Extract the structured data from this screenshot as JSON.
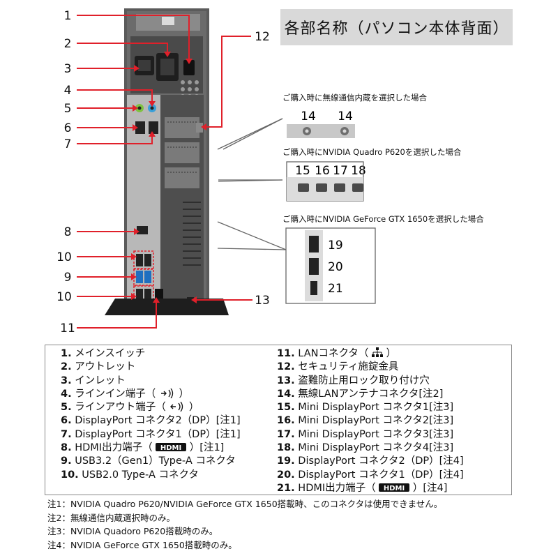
{
  "title": "各部名称（パソコン本体背面）",
  "callout_numbers": [
    "1",
    "2",
    "3",
    "4",
    "5",
    "6",
    "7",
    "8",
    "9",
    "10",
    "10",
    "11",
    "12",
    "13"
  ],
  "options": [
    {
      "caption": "ご購入時に無線通信内蔵を選択した場合",
      "labels": [
        "14",
        "14"
      ]
    },
    {
      "caption": "ご購入時にNVIDIA Quadro P620を選択した場合",
      "labels": [
        "15",
        "16",
        "17",
        "18"
      ]
    },
    {
      "caption": "ご購入時にNVIDIA GeForce GTX 1650を選択した場合",
      "labels": [
        "19",
        "20",
        "21"
      ]
    }
  ],
  "legend_left": [
    {
      "num": "1.",
      "text": "メインスイッチ"
    },
    {
      "num": "2.",
      "text": "アウトレット"
    },
    {
      "num": "3.",
      "text": "インレット"
    },
    {
      "num": "4.",
      "text": "ラインイン端子（",
      "icon": "line-in-icon",
      "after": "）"
    },
    {
      "num": "5.",
      "text": "ラインアウト端子（",
      "icon": "line-out-icon",
      "after": "）"
    },
    {
      "num": "6.",
      "text": "DisplayPort コネクタ2（DP）[注1]"
    },
    {
      "num": "7.",
      "text": "DisplayPort コネクタ1（DP）[注1]"
    },
    {
      "num": "8.",
      "text": "HDMI出力端子（",
      "icon": "hdmi-logo",
      "after": "）[注1]"
    },
    {
      "num": "9.",
      "text": "USB3.2（Gen1）Type-A コネクタ"
    },
    {
      "num": "10.",
      "text": "USB2.0 Type-A コネクタ"
    }
  ],
  "legend_right": [
    {
      "num": "11.",
      "text": "LANコネクタ（",
      "icon": "lan-icon",
      "after": "）"
    },
    {
      "num": "12.",
      "text": "セキュリティ施錠金具"
    },
    {
      "num": "13.",
      "text": "盗難防止用ロック取り付け穴"
    },
    {
      "num": "14.",
      "text": "無線LANアンテナコネクタ[注2]"
    },
    {
      "num": "15.",
      "text": "Mini DisplayPort コネクタ1[注3]"
    },
    {
      "num": "16.",
      "text": "Mini DisplayPort コネクタ2[注3]"
    },
    {
      "num": "17.",
      "text": "Mini DisplayPort コネクタ3[注3]"
    },
    {
      "num": "18.",
      "text": "Mini DisplayPort コネクタ4[注3]"
    },
    {
      "num": "19.",
      "text": "DisplayPort コネクタ2（DP）[注4]"
    },
    {
      "num": "20.",
      "text": "DisplayPort コネクタ1（DP）[注4]"
    },
    {
      "num": "21.",
      "text": "HDMI出力端子（",
      "icon": "hdmi-logo",
      "after": "）[注4]"
    }
  ],
  "hdmi_logo_text": "HDMI",
  "notes": [
    "注1：NVIDIA Quadro P620/NVIDIA GeForce GTX 1650搭載時、このコネクタは使用できません。",
    "注2：無線通信内蔵選択時のみ。",
    "注3：NVIDIA Quadoro P620搭載時のみ。",
    "注4：NVIDIA GeForce GTX 1650搭載時のみ。"
  ],
  "colors": {
    "callout_line": "#e0202a",
    "chassis": "#5b5b5b",
    "chassis_dark": "#3a3a3a",
    "panel": "#d9d9d9",
    "port": "#222222",
    "usb3": "#1f6fc0",
    "line_in": "#3aa0d8",
    "line_out": "#7fc241"
  }
}
